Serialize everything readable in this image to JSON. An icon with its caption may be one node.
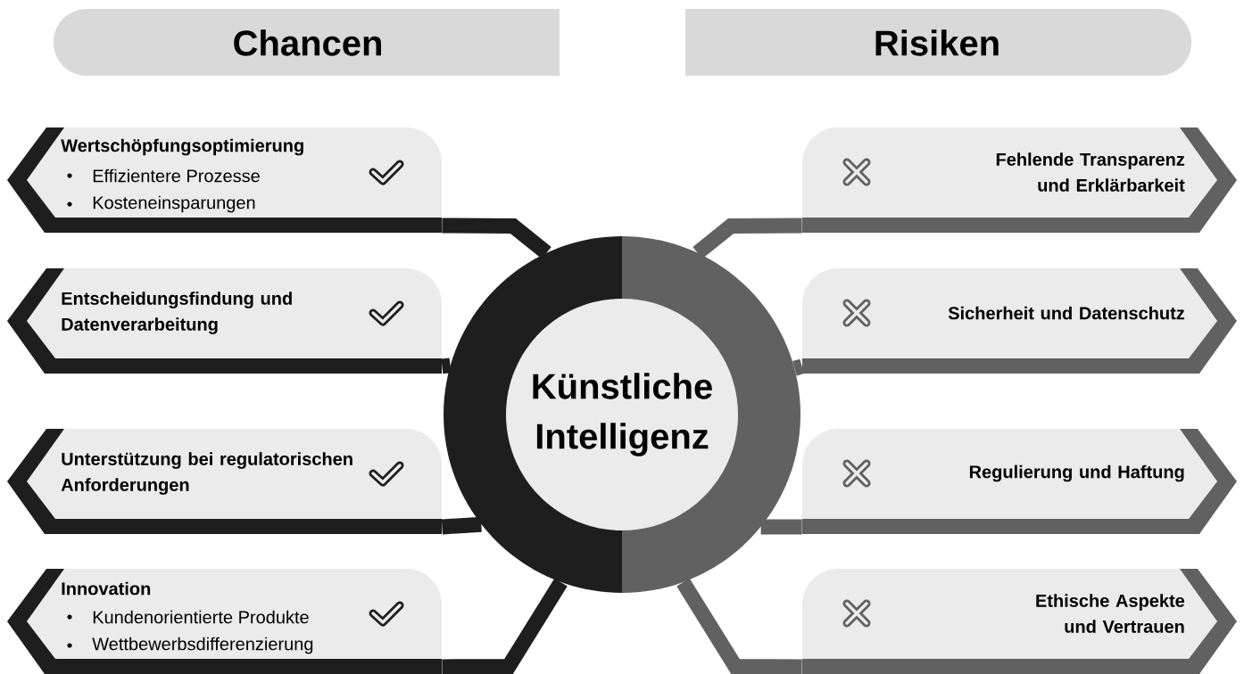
{
  "diagram": {
    "nodes": [
      {
        "text": [
          "Chancen"
        ]
      },
      {
        "text": [
          "Risiken"
        ]
      },
      {
        "text": [
          "Künstliche Intelligenz"
        ]
      },
      {
        "text": [
          "Wertschöpfungsoptimierung",
          "Effizientere Prozesse",
          "Kosteneinsparungen"
        ]
      },
      {
        "text": [
          "Entscheidungsfindung und Datenverarbeitung"
        ]
      },
      {
        "text": [
          "Unterstützung bei regulatorischen Anforderungen"
        ]
      },
      {
        "text": [
          "Innovation",
          "Kundenorientierte Produkte",
          "Wettbewerbsdifferenzierung"
        ]
      },
      {
        "text": [
          "Fehlende Transparenz und Erklärbarkeit"
        ]
      },
      {
        "text": [
          "Sicherheit und Datenschutz"
        ]
      },
      {
        "text": [
          "Regulierung und Haftung"
        ]
      },
      {
        "text": [
          "Ethische Aspekte und Vertrauen"
        ]
      }
    ],
    "edges": [
      {
        "from": 2,
        "to": 3,
        "arrow": "none",
        "color": "#1e1e1e"
      },
      {
        "from": 2,
        "to": 4,
        "arrow": "none",
        "color": "#1e1e1e"
      },
      {
        "from": 2,
        "to": 5,
        "arrow": "none",
        "color": "#1e1e1e"
      },
      {
        "from": 2,
        "to": 6,
        "arrow": "none",
        "color": "#1e1e1e"
      },
      {
        "from": 2,
        "to": 7,
        "arrow": "none",
        "color": "#616161"
      },
      {
        "from": 2,
        "to": 8,
        "arrow": "none",
        "color": "#616161"
      },
      {
        "from": 2,
        "to": 9,
        "arrow": "none",
        "color": "#616161"
      },
      {
        "from": 2,
        "to": 10,
        "arrow": "none",
        "color": "#616161"
      }
    ]
  }
}
